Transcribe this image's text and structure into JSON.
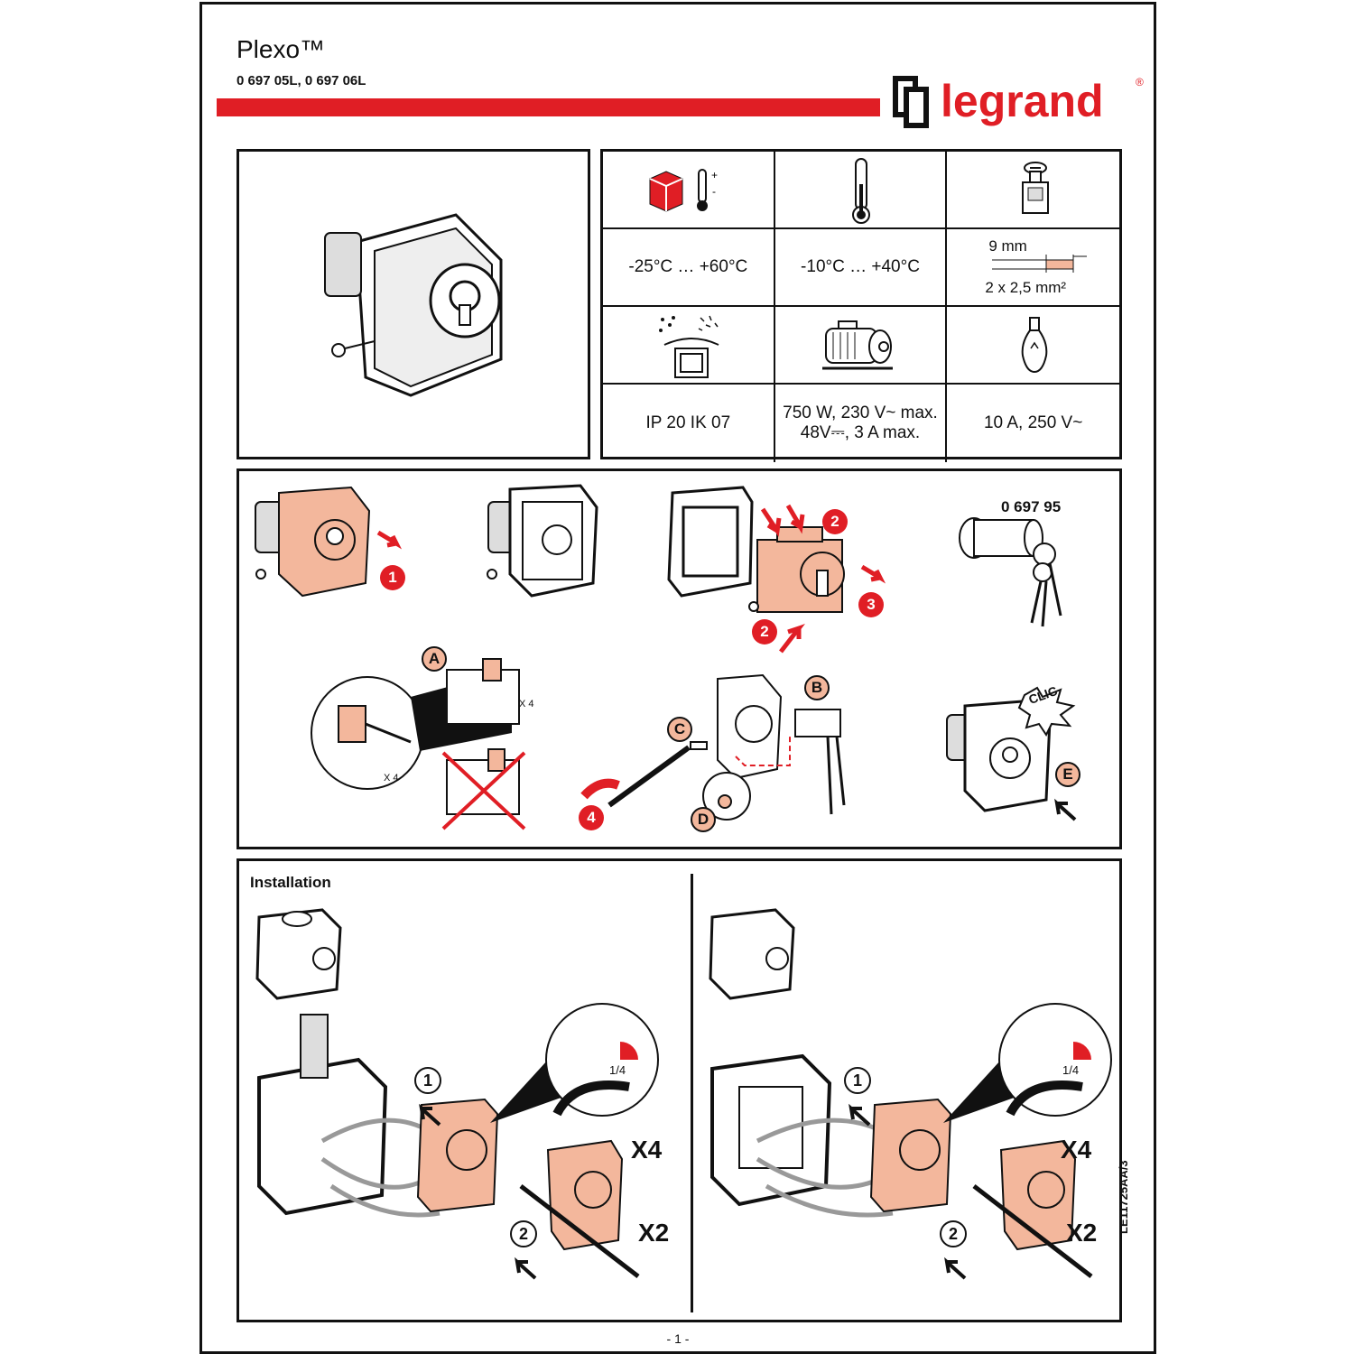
{
  "header": {
    "title": "Plexo™",
    "refs": "0 697 05L, 0 697 06L",
    "brand": "legrand",
    "brand_mark": "®"
  },
  "specs": {
    "storage_temp": "-25°C … +60°C",
    "operating_temp": "-10°C … +40°C",
    "strip_length": "9 mm",
    "wire_section": "2 x 2,5 mm²",
    "protection": "IP 20 IK 07",
    "motor_load_1": "750 W, 230 V~ max.",
    "motor_load_2": "48V⎓, 3 A max.",
    "lamp_load": "10 A, 250 V~",
    "icons": [
      "box-thermometer-icon",
      "thermometer-icon",
      "screw-terminal-icon",
      "water-dust-protection-icon",
      "motor-icon",
      "lamp-icon"
    ]
  },
  "steps": {
    "n1": "1",
    "n2": "2",
    "n3": "3",
    "n4": "4",
    "cylinder_ref": "0 697 95",
    "a": "A",
    "b": "B",
    "c": "C",
    "d": "D",
    "e": "E",
    "x4_small": "X 4",
    "x4_small_b": "x 4",
    "clic": "CLIC"
  },
  "installation": {
    "label": "Installation",
    "c1": "1",
    "c2": "2",
    "quarter": "1/4",
    "x4": "X4",
    "x2": "X2"
  },
  "doc_code": "LE11725AA/3",
  "page_no": "- 1 -",
  "colors": {
    "red": "#e01e25",
    "salmon": "#f3b79c"
  }
}
